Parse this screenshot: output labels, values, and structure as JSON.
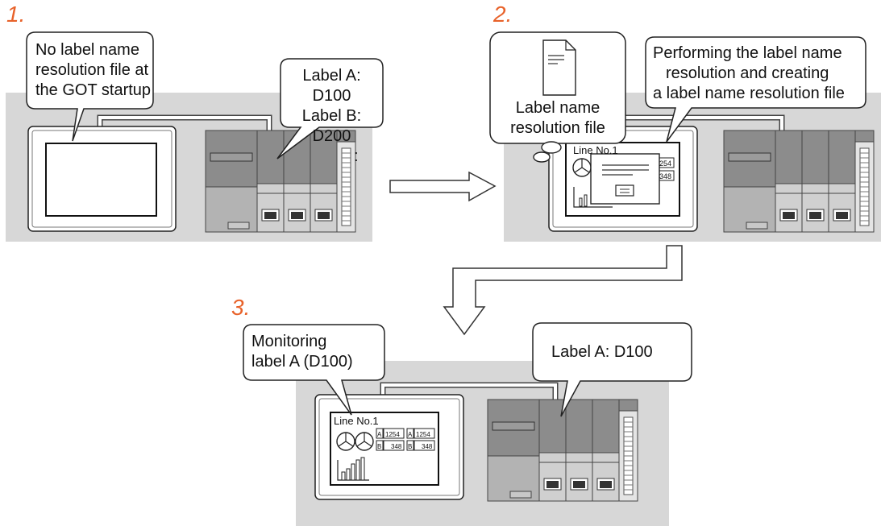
{
  "steps": {
    "step1": {
      "number": "1.",
      "bubble_left": [
        "No label name",
        "resolution file at",
        "the GOT startup"
      ],
      "bubble_right": [
        "Label A: D100",
        "Label B: D200",
        ":"
      ]
    },
    "step2": {
      "number": "2.",
      "file_label": [
        "Label name",
        "resolution file"
      ],
      "bubble_right": [
        "Performing the label name",
        "resolution and creating",
        "a label name resolution file"
      ],
      "screen_title": "Line No.1",
      "screen_values": [
        "254",
        "348"
      ]
    },
    "step3": {
      "number": "3.",
      "bubble_left": [
        "Monitoring",
        "label A (D100)"
      ],
      "bubble_right": [
        "Label A: D100"
      ],
      "screen_title": "Line No.1",
      "rows": [
        {
          "letter": "A",
          "value": "1254"
        },
        {
          "letter": "B",
          "value": "348"
        }
      ]
    }
  },
  "colors": {
    "step_number": "#e8622a",
    "panel": "#d7d7d7",
    "plc_dark": "#8c8c8c",
    "plc_light": "#cfcfcf"
  }
}
